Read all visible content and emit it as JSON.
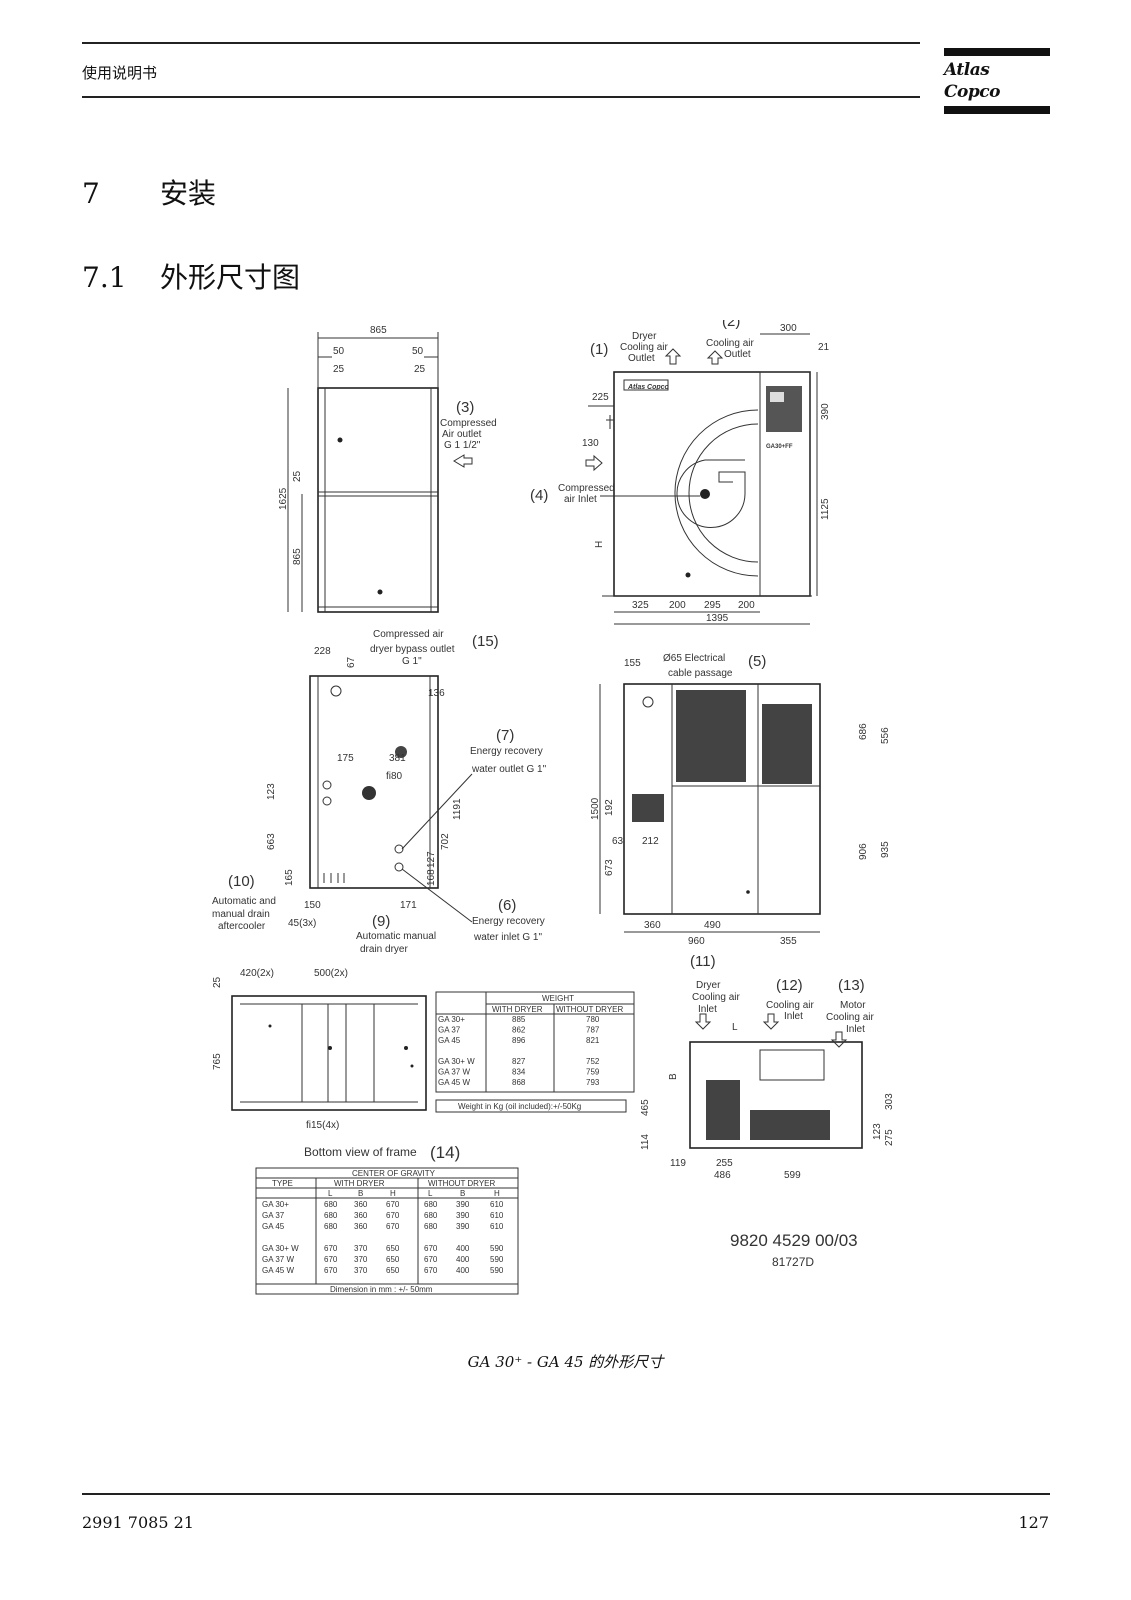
{
  "header": {
    "manual_title": "使用说明书",
    "brand": "Atlas Copco"
  },
  "section": {
    "number": "7",
    "title": "安装"
  },
  "subsection": {
    "number": "7.1",
    "title": "外形尺寸图"
  },
  "drawing": {
    "callouts": {
      "c1": "(1)",
      "c1_text": [
        "Dryer",
        "Cooling air",
        "Outlet"
      ],
      "c2": "(2)",
      "c2_text": [
        "Cooling air",
        "Outlet"
      ],
      "c3": "(3)",
      "c3_text": [
        "Compressed",
        "Air outlet",
        "G 1 1/2\""
      ],
      "c4": "(4)",
      "c4_text": [
        "Compressed",
        "air Inlet"
      ],
      "c5": "(5)",
      "c5_text": [
        "Ø65 Electrical",
        "cable passage"
      ],
      "c6": "(6)",
      "c6_text": [
        "Energy recovery",
        "water inlet G 1\""
      ],
      "c7": "(7)",
      "c7_text": [
        "Energy recovery",
        "water outlet G 1\""
      ],
      "c9": "(9)",
      "c9_text": [
        "Automatic manual",
        "drain dryer"
      ],
      "c10": "(10)",
      "c10_text": [
        "Automatic and",
        "manual drain",
        "aftercooler"
      ],
      "c11": "(11)",
      "c11_text": [
        "Dryer",
        "Cooling air",
        "Inlet"
      ],
      "c12": "(12)",
      "c12_text": [
        "Cooling air",
        "Inlet"
      ],
      "c13": "(13)",
      "c13_text": [
        "Motor",
        "Cooling air",
        "Inlet"
      ],
      "c14": "(14)",
      "c14_text": "Bottom view of frame",
      "c15": "(15)",
      "c15_text": [
        "Compressed air",
        "dryer bypass outlet",
        "G 1\""
      ]
    },
    "dims": {
      "front_width": "865",
      "d50a": "50",
      "d50b": "50",
      "d25a": "25",
      "d25b": "25",
      "h1625": "1625",
      "h865": "865",
      "h25": "25",
      "side_300": "300",
      "side_21": "21",
      "side_225": "225",
      "side_130": "130",
      "side_390": "390",
      "side_1125": "1125",
      "side_H": "H",
      "side_325": "325",
      "side_200a": "200",
      "side_295": "295",
      "side_200b": "200",
      "side_1395": "1395",
      "back_228": "228",
      "back_67": "67",
      "back_136": "136",
      "back_175": "175",
      "back_381": "381",
      "back_fi80": "fi80",
      "back_123": "123",
      "back_1191": "1191",
      "back_663": "663",
      "back_702": "702",
      "back_127": "127",
      "back_168": "168",
      "back_165": "165",
      "back_150": "150",
      "back_171": "171",
      "back_45x3": "45(3x)",
      "r_155": "155",
      "r_1500": "1500",
      "r_192": "192",
      "r_63": "63",
      "r_212": "212",
      "r_673": "673",
      "r_686": "686",
      "r_556": "556",
      "r_906": "906",
      "r_935": "935",
      "r_360": "360",
      "r_490": "490",
      "r_960": "960",
      "r_355": "355",
      "b_420": "420(2x)",
      "b_500": "500(2x)",
      "b_25": "25",
      "b_765": "765",
      "b_fi15": "fi15(4x)",
      "t_L": "L",
      "t_B": "B",
      "t_465": "465",
      "t_114": "114",
      "t_119": "119",
      "t_255": "255",
      "t_486": "486",
      "t_599": "599",
      "t_303": "303",
      "t_123": "123",
      "t_275": "275"
    },
    "weight_table": {
      "title": "WEIGHT",
      "col1": "WITH DRYER",
      "col2": "WITHOUT DRYER",
      "rows": [
        [
          "GA 30+",
          "885",
          "780"
        ],
        [
          "GA 37",
          "862",
          "787"
        ],
        [
          "GA 45",
          "896",
          "821"
        ],
        [
          "",
          "",
          ""
        ],
        [
          "GA 30+ W",
          "827",
          "752"
        ],
        [
          "GA 37 W",
          "834",
          "759"
        ],
        [
          "GA 45 W",
          "868",
          "793"
        ]
      ],
      "note": "Weight in Kg (oil included):+/-50Kg"
    },
    "cog_table": {
      "title": "CENTER OF GRAVITY",
      "type_label": "TYPE",
      "with_dryer": "WITH DRYER",
      "without_dryer": "WITHOUT DRYER",
      "subcols": [
        "L",
        "B",
        "H",
        "L",
        "B",
        "H"
      ],
      "rows": [
        [
          "GA 30+",
          "680",
          "360",
          "670",
          "680",
          "390",
          "610"
        ],
        [
          "GA 37",
          "680",
          "360",
          "670",
          "680",
          "390",
          "610"
        ],
        [
          "GA 45",
          "680",
          "360",
          "670",
          "680",
          "390",
          "610"
        ],
        [
          "",
          "",
          "",
          "",
          "",
          "",
          ""
        ],
        [
          "GA 30+ W",
          "670",
          "370",
          "650",
          "670",
          "400",
          "590"
        ],
        [
          "GA 37 W",
          "670",
          "370",
          "650",
          "670",
          "400",
          "590"
        ],
        [
          "GA 45 W",
          "670",
          "370",
          "650",
          "670",
          "400",
          "590"
        ]
      ],
      "note": "Dimension in mm : +/- 50mm"
    },
    "drawing_number": "9820 4529 00/03",
    "drawing_ref": "81727D",
    "panel_label": "GA30+FF"
  },
  "caption": "GA 30⁺ - GA 45 的外形尺寸",
  "footer": {
    "doc_number": "2991 7085 21",
    "page": "127"
  }
}
